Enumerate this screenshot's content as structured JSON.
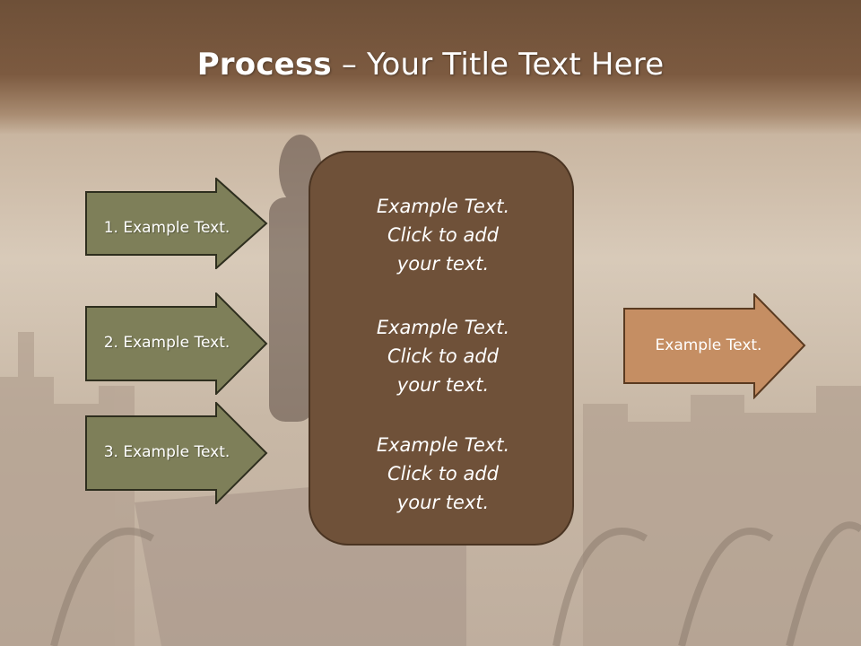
{
  "title": {
    "bold": "Process",
    "rest": " – Your Title Text Here"
  },
  "left_arrows": [
    {
      "label": "1. Example Text."
    },
    {
      "label": "2. Example Text."
    },
    {
      "label": "3. Example Text."
    }
  ],
  "center_box": {
    "blocks": [
      {
        "line1": "Example Text.",
        "line2": "Click  to add",
        "line3": "your text."
      },
      {
        "line1": "Example Text.",
        "line2": "Click  to add",
        "line3": "your text."
      },
      {
        "line1": "Example Text.",
        "line2": "Click  to add",
        "line3": "your text."
      }
    ]
  },
  "right_arrow": {
    "label": "Example Text."
  },
  "colors": {
    "title_band": "#7c5a40",
    "left_arrow_fill": "#7e7f59",
    "center_box_fill": "#6f5139",
    "right_arrow_fill": "#c58e63"
  }
}
